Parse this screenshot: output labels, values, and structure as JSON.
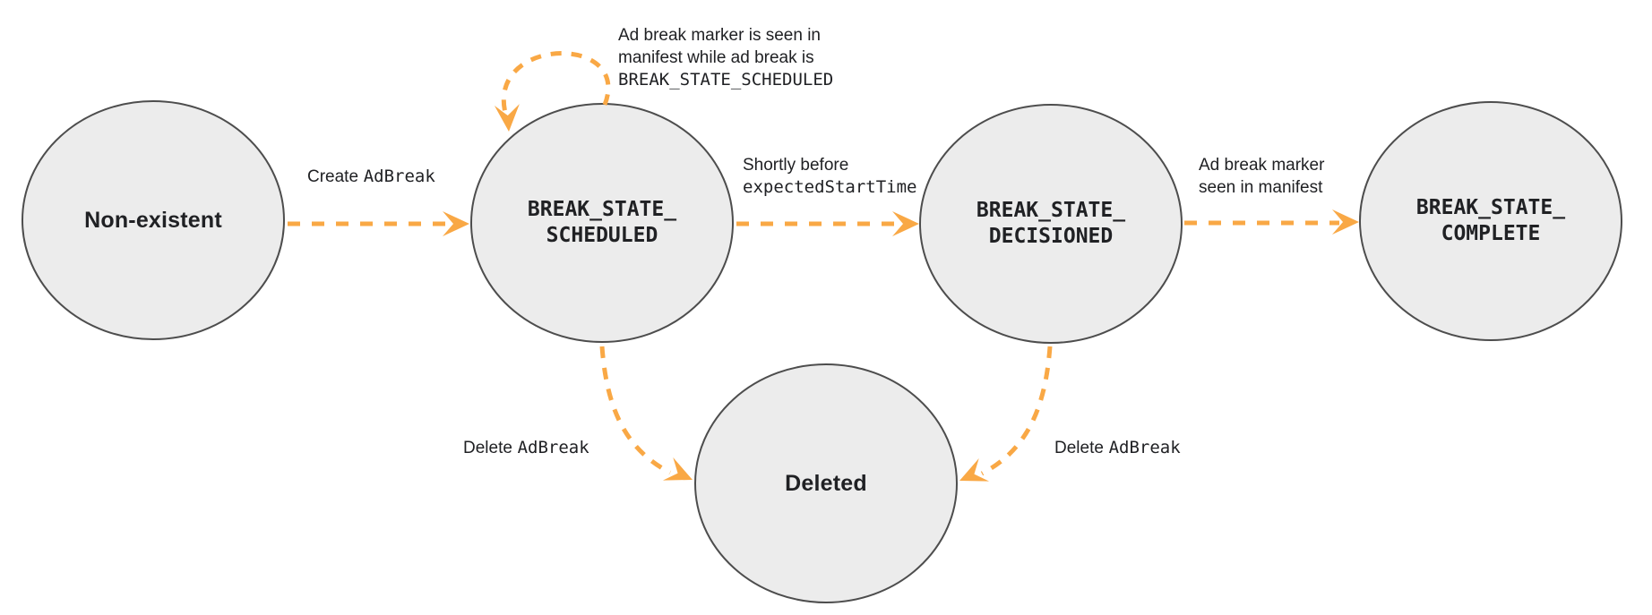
{
  "colors": {
    "accent": "#F9A845",
    "node_fill": "#ECECEC",
    "node_stroke": "#4D4D4D",
    "text": "#202124"
  },
  "states": {
    "non_existent": {
      "label": "Non-existent"
    },
    "scheduled": {
      "line1": "BREAK_STATE_",
      "line2": "SCHEDULED"
    },
    "decisioned": {
      "line1": "BREAK_STATE_",
      "line2": "DECISIONED"
    },
    "complete": {
      "line1": "BREAK_STATE_",
      "line2": "COMPLETE"
    },
    "deleted": {
      "label": "Deleted"
    }
  },
  "transitions": {
    "create": {
      "text": "Create",
      "code": "AdBreak"
    },
    "self_loop": {
      "line1": "Ad break marker is seen in",
      "line2": "manifest while ad break is",
      "code": "BREAK_STATE_SCHEDULED"
    },
    "shortly_before": {
      "line1": "Shortly before",
      "code": "expectedStartTime"
    },
    "marker_seen": {
      "line1": "Ad break marker",
      "line2": "seen in manifest"
    },
    "delete_scheduled": {
      "text": "Delete",
      "code": "AdBreak"
    },
    "delete_decisioned": {
      "text": "Delete",
      "code": "AdBreak"
    }
  }
}
